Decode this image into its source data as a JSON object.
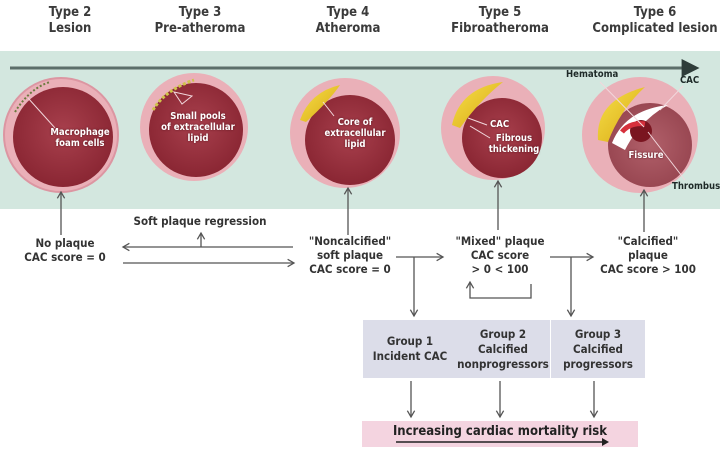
{
  "stages": [
    {
      "type": "Type 2",
      "name": "Lesion",
      "vessel_labels": [
        "Macrophage",
        "foam cells"
      ]
    },
    {
      "type": "Type 3",
      "name": "Pre-atheroma",
      "vessel_labels": [
        "Small pools",
        "of extracellular",
        "lipid"
      ]
    },
    {
      "type": "Type 4",
      "name": "Atheroma",
      "vessel_labels": [
        "Core of",
        "extracellular",
        "lipid"
      ]
    },
    {
      "type": "Type 5",
      "name": "Fibroatheroma",
      "vessel_labels": [
        "CAC",
        "Fibrous",
        "thickening"
      ]
    },
    {
      "type": "Type 6",
      "name": "Complicated lesion",
      "vessel_labels": [
        "Hematoma",
        "CAC",
        "Fissure",
        "Thrombus"
      ]
    }
  ],
  "plaque_states": {
    "no_plaque": [
      "No plaque",
      "CAC score = 0"
    ],
    "noncalcified": [
      "\"Noncalcified\"",
      "soft plaque",
      "CAC score = 0"
    ],
    "mixed": [
      "\"Mixed\" plaque",
      "CAC score",
      "> 0 < 100"
    ],
    "calcified": [
      "\"Calcified\"",
      "plaque",
      "CAC score > 100"
    ]
  },
  "regression_label": "Soft plaque regression",
  "groups": [
    {
      "lines": [
        "Group 1",
        "Incident CAC"
      ]
    },
    {
      "lines": [
        "Group 2",
        "Calcified",
        "nonprogressors"
      ]
    },
    {
      "lines": [
        "Group 3",
        "Calcified",
        "progressors"
      ]
    }
  ],
  "risk_label": "Increasing cardiac mortality risk",
  "colors": {
    "band": "#d3e7df",
    "vessel_wall": "#eaaab4",
    "lumen": "#9e2f3c",
    "lipid": "#e8c61a",
    "group_box": "#dcdde9",
    "risk_box": "#f4d4e0",
    "line": "#555555"
  }
}
